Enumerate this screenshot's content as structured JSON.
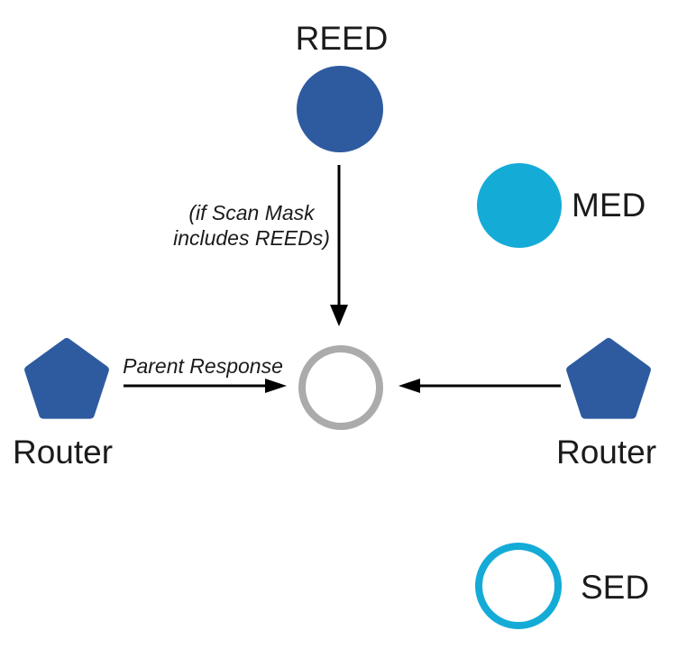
{
  "diagram": {
    "description": "Mesh network joining diagram"
  },
  "nodes": {
    "reed": {
      "label": "REED"
    },
    "med": {
      "label": "MED"
    },
    "sed": {
      "label": "SED"
    },
    "router_left": {
      "label": "Router"
    },
    "router_right": {
      "label": "Router"
    },
    "joiner": {
      "label": ""
    }
  },
  "annotations": {
    "scan_mask_line1": "(if Scan Mask",
    "scan_mask_line2": "includes REEDs)",
    "parent_response": "Parent Response"
  },
  "colors": {
    "node_blue": "#2e5b9f",
    "node_cyan": "#14abd7",
    "joiner_gray": "#ababab",
    "arrow_black": "#000000",
    "text_black": "#1b1b1b",
    "background": "#ffffff"
  }
}
